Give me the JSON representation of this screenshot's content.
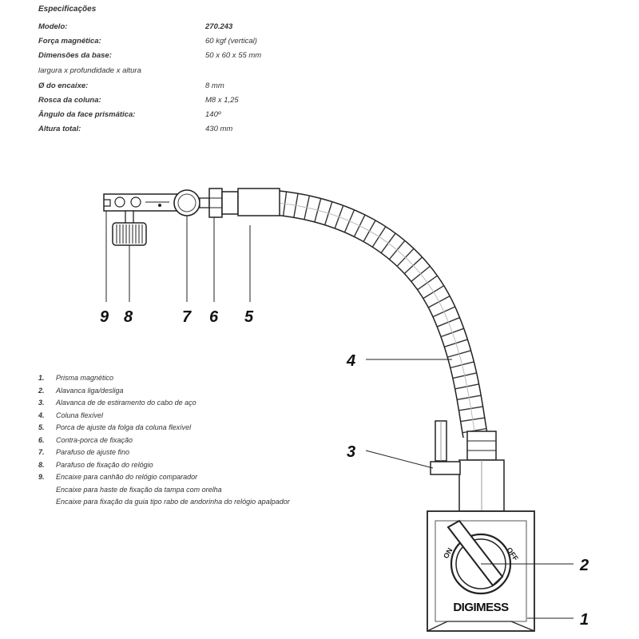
{
  "specs": {
    "title": "Especificações",
    "rows": [
      {
        "label": "Modelo:",
        "value": "270.243"
      },
      {
        "label": "Força magnética:",
        "value": "60 kgf (vertical)"
      },
      {
        "label": "Dimensões da base:",
        "value": "50 x 60 x 55 mm"
      },
      {
        "label": "largura x profundidade x altura",
        "value": ""
      },
      {
        "label": "Ø do encaixe:",
        "value": "8 mm"
      },
      {
        "label": "Rosca da coluna:",
        "value": "M8 x 1,25"
      },
      {
        "label": "Ângulo da face prismática:",
        "value": "140º"
      },
      {
        "label": "Altura total:",
        "value": "430 mm"
      }
    ]
  },
  "legend": [
    {
      "num": "1.",
      "text": "Prisma magnético"
    },
    {
      "num": "2.",
      "text": "Alavanca liga/desliga"
    },
    {
      "num": "3.",
      "text": "Alavanca de de estiramento do cabo de aço"
    },
    {
      "num": "4.",
      "text": "Coluna flexível"
    },
    {
      "num": "5.",
      "text": "Porca de ajuste da folga da coluna flexível"
    },
    {
      "num": "6.",
      "text": "Contra-porca de fixação"
    },
    {
      "num": "7.",
      "text": "Parafuso de ajuste fino"
    },
    {
      "num": "8.",
      "text": "Parafuso de fixação do relógio"
    },
    {
      "num": "9.",
      "text": "Encaixe para canhão do relógio comparador"
    },
    {
      "num": "",
      "text": "Encaixe para haste de fixação da tampa com orelha"
    },
    {
      "num": "",
      "text": "Encaixe para fixação da guia tipo rabo de andorinha do relógio apalpador"
    }
  ],
  "diagram": {
    "callouts": [
      "1",
      "2",
      "3",
      "4",
      "5",
      "6",
      "7",
      "8",
      "9"
    ],
    "switch_on": "ON",
    "switch_off": "OFF",
    "brand": "DIGIMESS"
  }
}
